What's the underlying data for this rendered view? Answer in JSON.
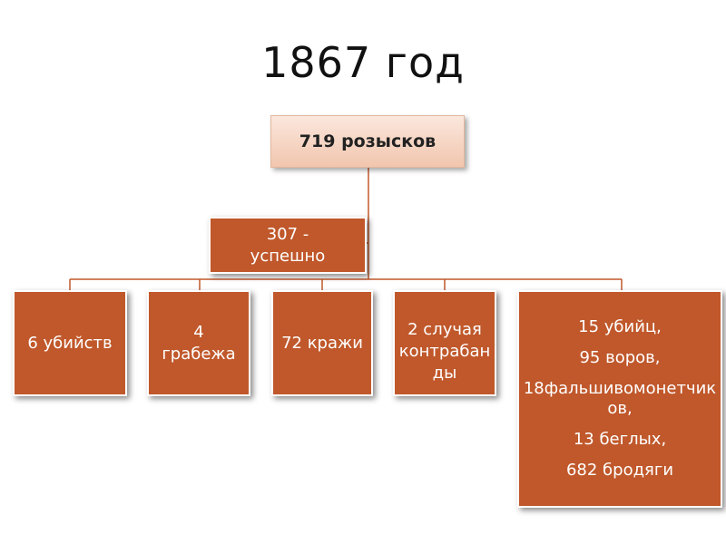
{
  "title": "1867 год",
  "root": {
    "label": "719 розысков"
  },
  "assistant": {
    "label": "307 -\nуспешно"
  },
  "children": [
    {
      "label": "6 убийств"
    },
    {
      "label": "4\nграбежа"
    },
    {
      "label": "72 кражи"
    },
    {
      "label": "2  случая\nконтрабанды"
    }
  ],
  "detail": {
    "lines": [
      "15 убийц,",
      "95 воров,",
      "18фальшивомонетчиков,",
      "13 беглых,",
      "682 бродяги"
    ]
  },
  "colors": {
    "node_fill": "#c0582b",
    "root_fill_top": "#fbe7dd",
    "root_fill_bottom": "#f1c6ae",
    "connector": "#c0582b"
  }
}
